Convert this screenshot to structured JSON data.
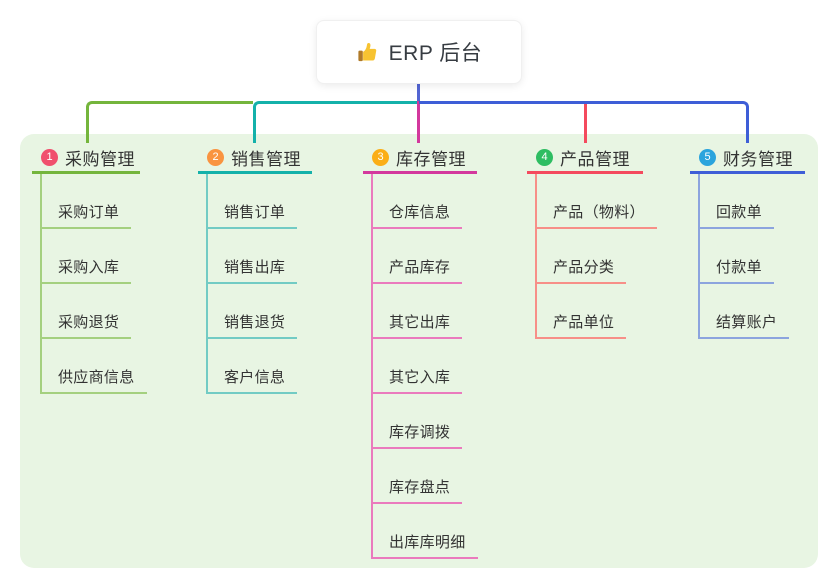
{
  "root": {
    "icon": "thumbs-up-icon",
    "label": "ERP 后台"
  },
  "branches": [
    {
      "index": "1",
      "label": "采购管理",
      "badge_color": "#f0506e",
      "line_color": "#74b53c",
      "child_line_color": "#a4d07f",
      "children": [
        "采购订单",
        "采购入库",
        "采购退货",
        "供应商信息"
      ]
    },
    {
      "index": "2",
      "label": "销售管理",
      "badge_color": "#f99440",
      "line_color": "#14b1aa",
      "child_line_color": "#72cbc4",
      "children": [
        "销售订单",
        "销售出库",
        "销售退货",
        "客户信息"
      ]
    },
    {
      "index": "3",
      "label": "库存管理",
      "badge_color": "#fbae17",
      "line_color": "#d3389d",
      "child_line_color": "#ea7abd",
      "children": [
        "仓库信息",
        "产品库存",
        "其它出库",
        "其它入库",
        "库存调拨",
        "库存盘点",
        "出库库明细"
      ]
    },
    {
      "index": "4",
      "label": "产品管理",
      "badge_color": "#2ebd62",
      "line_color": "#f44a5e",
      "child_line_color": "#f78f88",
      "children": [
        "产品（物料）",
        "产品分类",
        "产品单位"
      ]
    },
    {
      "index": "5",
      "label": "财务管理",
      "badge_color": "#2ba4dd",
      "line_color": "#3e5ed7",
      "child_line_color": "#8ca4de",
      "children": [
        "回款单",
        "付款单",
        "结算账户"
      ]
    }
  ],
  "colors": {
    "canvas": "#ffffff",
    "panel": "#e8f5e3",
    "card": "#ffffff",
    "text": "#333333",
    "root_connector": "#5365d3"
  }
}
